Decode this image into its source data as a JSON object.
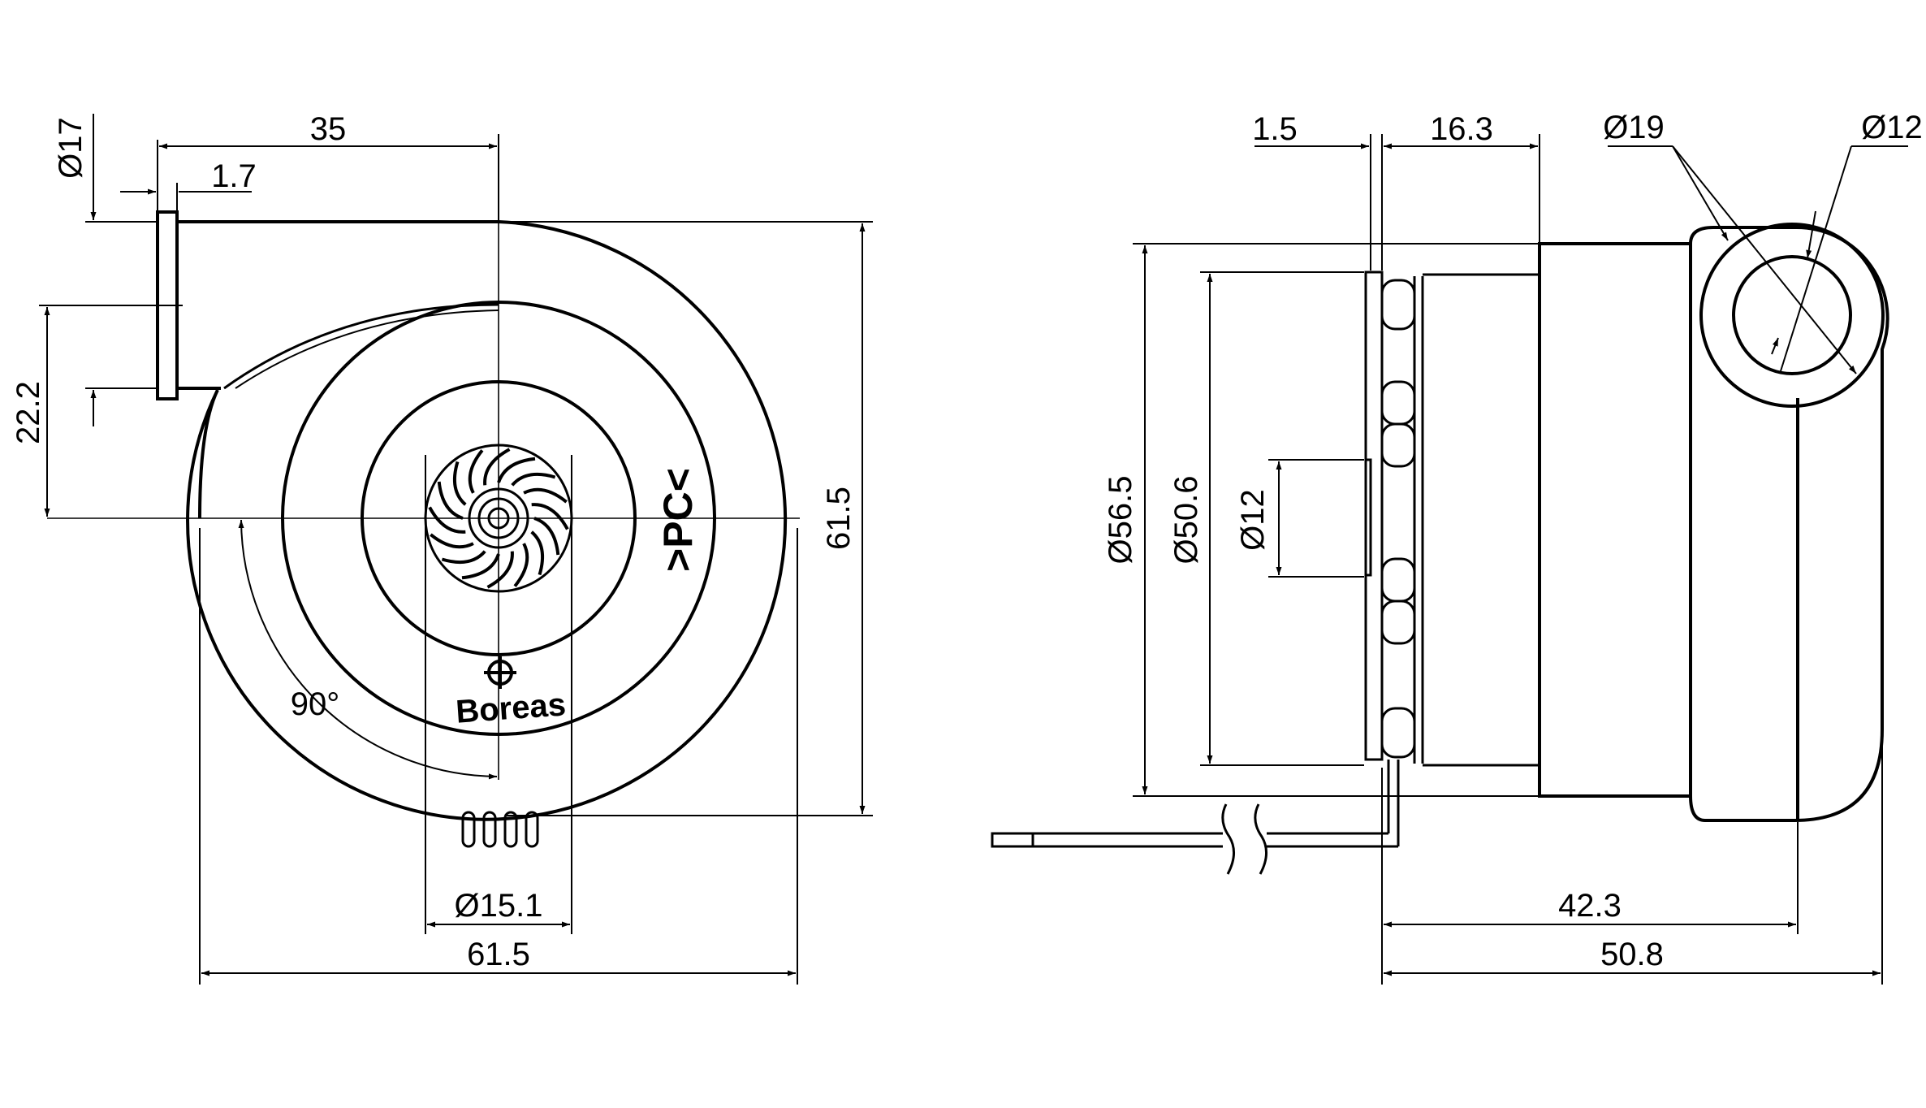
{
  "colors": {
    "line": "#000000",
    "background": "#ffffff"
  },
  "front_view": {
    "dim_outlet_width": "35",
    "dim_flange_thickness": "1.7",
    "dim_outlet_diameter": "Ø17",
    "dim_outlet_offset": "22.2",
    "dim_height": "61.5",
    "dim_width": "61.5",
    "dim_hub_diameter": "Ø15.1",
    "dim_angle": "90°",
    "marking_pc": ">PC<",
    "brand_logo_text": "Boreas"
  },
  "side_view": {
    "dim_plate_thickness": "1.5",
    "dim_motor_length": "16.3",
    "dim_port_outer": "Ø19",
    "dim_port_inner": "Ø12",
    "dim_body_diameter": "Ø56.5",
    "dim_inner_diameter": "Ø50.6",
    "dim_shaft_diameter": "Ø12",
    "dim_housing_length": "42.3",
    "dim_total_length": "50.8"
  }
}
